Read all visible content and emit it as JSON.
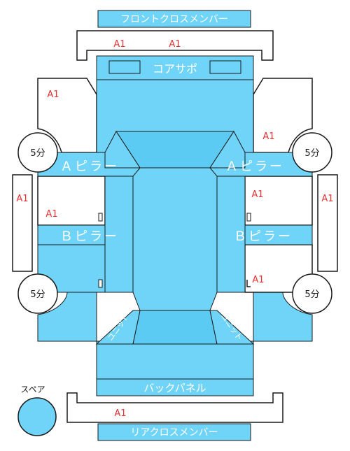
{
  "parts": {
    "front_cross_member": "フロントクロスメンバー",
    "core_support": "コアサポ",
    "a_pillar_left": "Ａピラー",
    "a_pillar_right": "Ａピラー",
    "b_pillar_left": "Ｂピラー",
    "b_pillar_right": "Ｂピラー",
    "back_panel": "バックパネル",
    "rear_cross_member": "リアクロスメンバー",
    "unit_left": "ユニット",
    "unit_right": "ユニット"
  },
  "wheels": {
    "front_left": "5分",
    "front_right": "5分",
    "rear_left": "5分",
    "rear_right": "5分"
  },
  "spare": {
    "label": "スペア"
  },
  "marks": {
    "front_member_left": "A1",
    "front_member_right": "A1",
    "front_fender_left": "A1",
    "front_fender_right": "A1",
    "rocker_left": "A1",
    "rocker_right": "A1",
    "front_door_left": "A1",
    "front_door_right": "A1",
    "rear_quarter_right": "A1",
    "rear_member": "A1"
  },
  "colors": {
    "panel_fill": "#6fd4f7",
    "panel_fill_dark": "#5ccbf3",
    "outline": "#1a1a1a",
    "label_text": "#ffffff",
    "mark_text": "#e63333"
  }
}
